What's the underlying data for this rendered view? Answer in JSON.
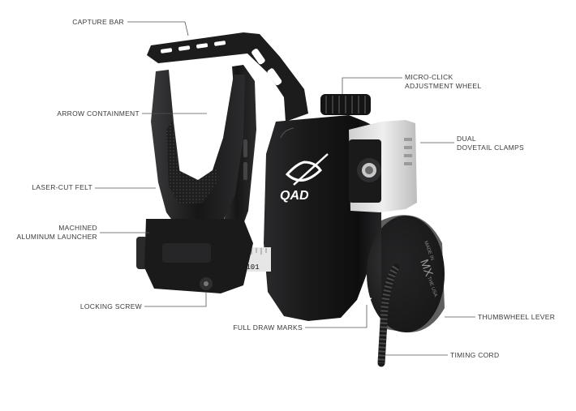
{
  "labels": {
    "capture_bar": "CAPTURE BAR",
    "arrow_containment": "ARROW CONTAINMENT",
    "laser_cut_felt": "LASER-CUT FELT",
    "machined_line1": "MACHINED",
    "machined_line2": "ALUMINUM LAUNCHER",
    "locking_screw": "LOCKING SCREW",
    "full_draw_marks": "FULL DRAW MARKS",
    "micro_click_line1": "MICRO-CLICK",
    "micro_click_line2": "ADJUSTMENT WHEEL",
    "dual_line1": "DUAL",
    "dual_line2": "DOVETAIL CLAMPS",
    "thumbwheel_lever": "THUMBWHEEL LEVER",
    "timing_cord": "TIMING CORD"
  },
  "product": {
    "brand_mark": "QAD",
    "dial_text": "MX",
    "dial_top": "MADE IN",
    "dial_bottom": "THE USA",
    "scale_numbers": "2101"
  }
}
